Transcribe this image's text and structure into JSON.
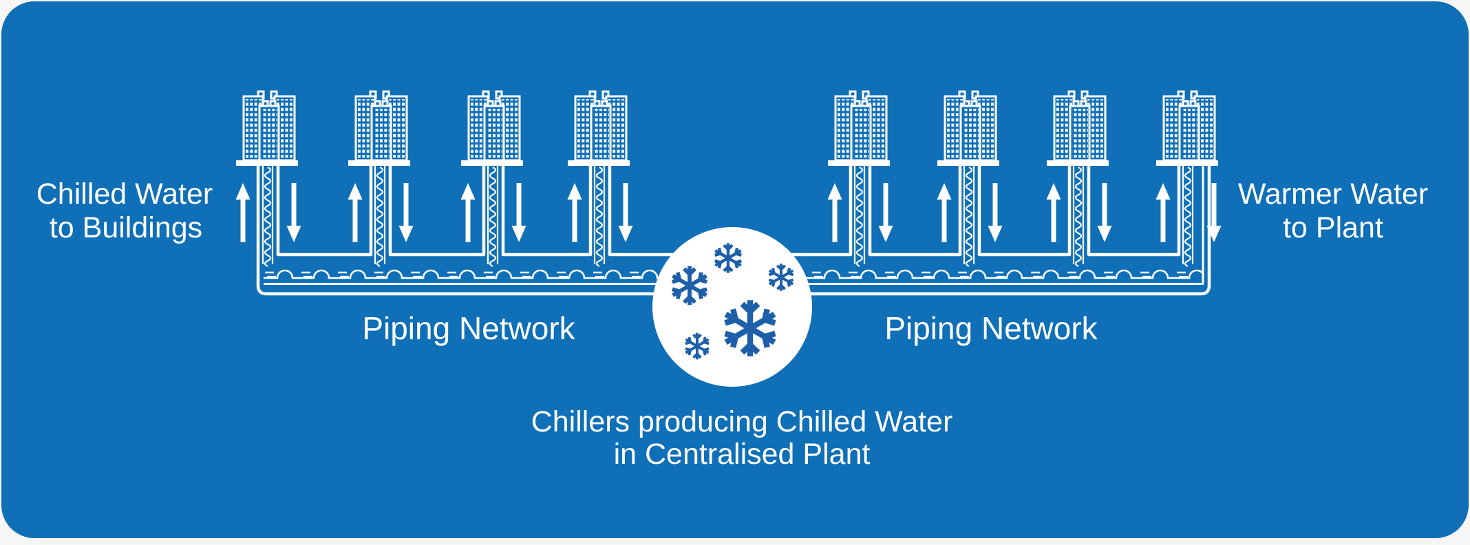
{
  "colors": {
    "background": "#0f6fb7",
    "page_margin": "#f6f6f6",
    "line": "#ffffff",
    "text": "#ffffff",
    "snowflake": "#1d5fa8"
  },
  "labels": {
    "chilled_water_line1": "Chilled Water",
    "chilled_water_line2": "to Buildings",
    "warmer_water_line1": "Warmer Water",
    "warmer_water_line2": "to Plant",
    "piping_network_left": "Piping Network",
    "piping_network_right": "Piping Network",
    "caption_line1": "Chillers producing Chilled Water",
    "caption_line2": "in Centralised Plant"
  },
  "icons": {
    "building_icon_count": 8,
    "up_arrow_icon_count": 8,
    "down_arrow_icon_count": 8,
    "snowflake_icon_count": 5,
    "chiller_plant_circle_count": 1
  }
}
